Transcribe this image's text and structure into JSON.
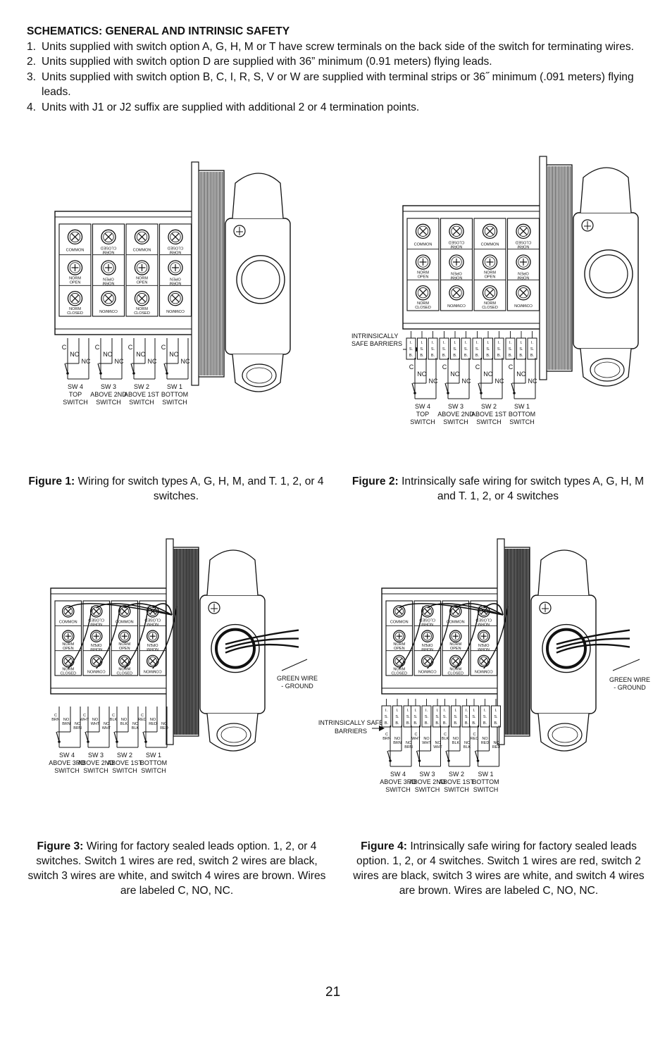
{
  "header": {
    "title": "SCHEMATICS: GENERAL AND INTRINSIC SAFETY",
    "items": [
      {
        "num": "1.",
        "text": "Units supplied with switch option A, G, H, M or T have screw terminals on the back side of the switch for terminating wires."
      },
      {
        "num": "2.",
        "text": "Units supplied with switch option D are supplied with 36” minimum (0.91 meters) flying leads."
      },
      {
        "num": "3.",
        "text": "Units supplied with switch option B, C, I, R, S, V or W are supplied with terminal strips or 36˝ minimum (.091 meters) flying leads."
      },
      {
        "num": "4.",
        "text": "Units with J1 or J2 suffix are supplied with additional 2 or 4 termination points."
      }
    ]
  },
  "terminals": {
    "common": "COMMON",
    "norm_closed": "NORM CLOSED",
    "norm_open": "NORM OPEN"
  },
  "wire_labels": {
    "c": "C",
    "no": "NO",
    "nc": "NC"
  },
  "isb": {
    "i": "I.",
    "s": "S.",
    "b": "B."
  },
  "barrier_label": "INTRINSICALLY SAFE BARRIERS",
  "green_wire": "GREEN WIRE - GROUND",
  "figures": {
    "fig1": {
      "label": "Figure 1:",
      "caption": "Wiring for switch types A, G, H, M, and T. 1, 2, or 4 switches.",
      "switches": [
        {
          "name": "SW 4",
          "desc": "TOP SWITCH"
        },
        {
          "name": "SW 3",
          "desc": "ABOVE 2ND SWITCH"
        },
        {
          "name": "SW 2",
          "desc": "ABOVE 1ST SWITCH"
        },
        {
          "name": "SW 1",
          "desc": "BOTTOM SWITCH"
        }
      ]
    },
    "fig2": {
      "label": "Figure 2:",
      "caption": "Intrinsically safe wiring for switch types A, G, H, M and T. 1, 2, or 4 switches",
      "switches": [
        {
          "name": "SW 4",
          "desc": "TOP SWITCH"
        },
        {
          "name": "SW 3",
          "desc": "ABOVE 2ND SWITCH"
        },
        {
          "name": "SW 2",
          "desc": "ABOVE 1ST SWITCH"
        },
        {
          "name": "SW 1",
          "desc": "BOTTOM SWITCH"
        }
      ]
    },
    "fig3": {
      "label": "Figure 3:",
      "caption": "Wiring for factory sealed leads option. 1, 2, or 4 switches. Switch 1 wires are red, switch 2 wires are black, switch 3 wires are white, and switch 4 wires are brown. Wires are labeled C, NO, NC.",
      "switches": [
        {
          "name": "SW 4",
          "desc": "ABOVE 3RD SWITCH",
          "color": "BRN"
        },
        {
          "name": "SW 3",
          "desc": "ABOVE 2ND SWITCH",
          "color": "WHT"
        },
        {
          "name": "SW 2",
          "desc": "ABOVE 1ST SWITCH",
          "color": "BLK"
        },
        {
          "name": "SW 1",
          "desc": "BOTTOM SWITCH",
          "color": "RED"
        }
      ]
    },
    "fig4": {
      "label": "Figure 4:",
      "caption": "Intrinsically safe wiring  for factory sealed leads option. 1, 2, or 4 switches. Switch 1 wires are red, switch 2 wires are black, switch 3 wires are white, and switch 4 wires are brown. Wires are labeled C, NO, NC.",
      "switches": [
        {
          "name": "SW 4",
          "desc": "ABOVE 3RD SWITCH",
          "color": "BRN"
        },
        {
          "name": "SW 3",
          "desc": "ABOVE 2ND SWITCH",
          "color": "WHT"
        },
        {
          "name": "SW 2",
          "desc": "ABOVE 1ST SWITCH",
          "color": "BLK"
        },
        {
          "name": "SW 1",
          "desc": "BOTTOM SWITCH",
          "color": "RED"
        }
      ]
    }
  },
  "page_number": "21"
}
